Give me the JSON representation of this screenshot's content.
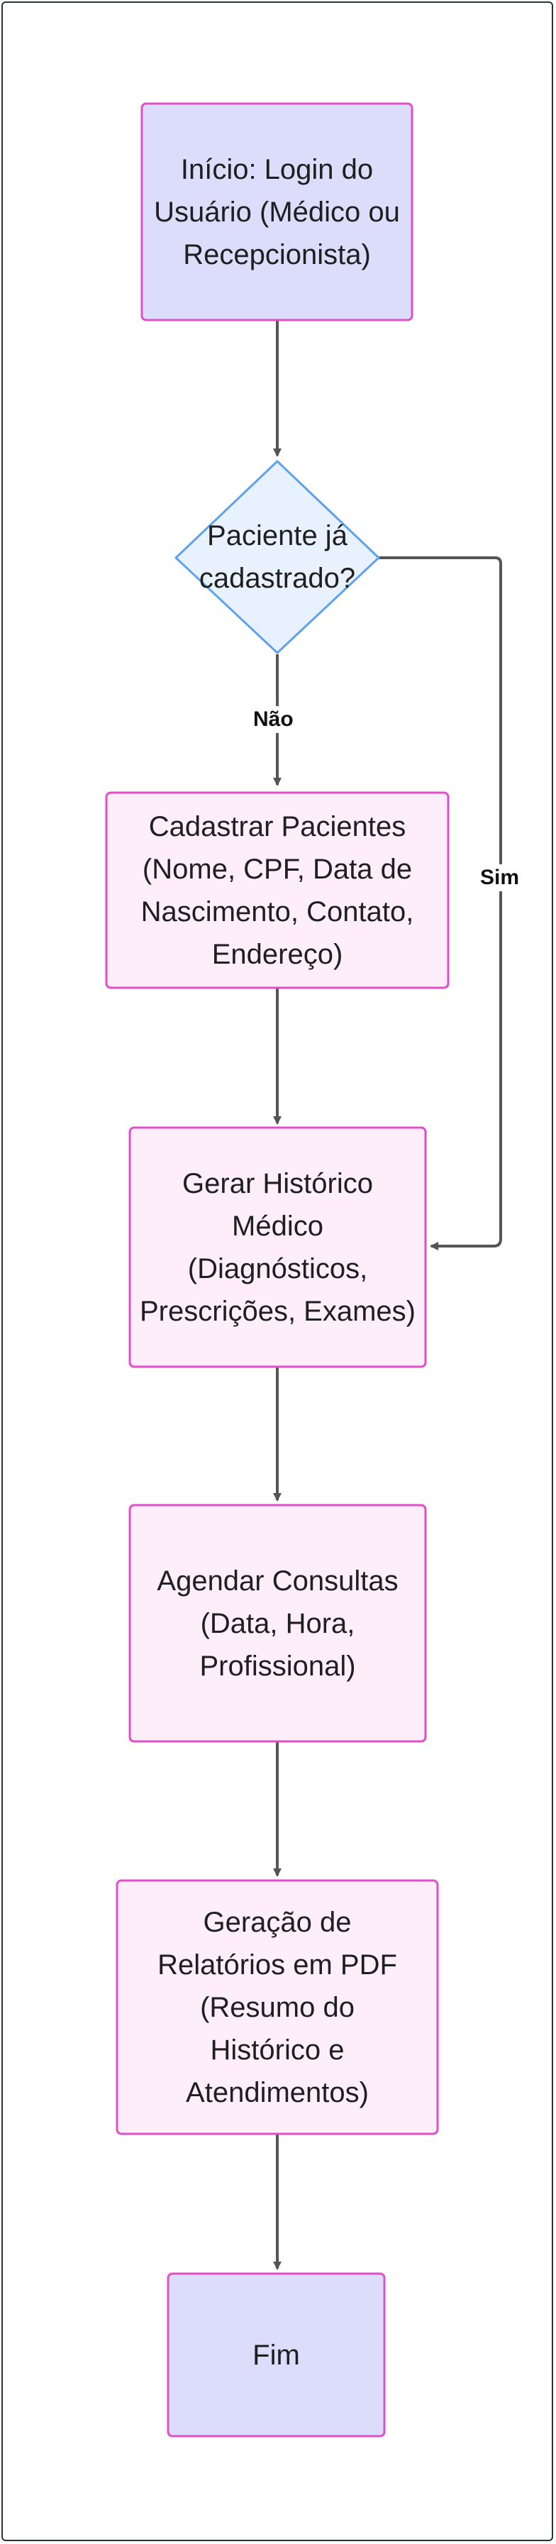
{
  "colors": {
    "terminal_fill": "#dcdcfb",
    "process_fill": "#fdeefa",
    "decision_fill": "#e8f2fe",
    "node_border": "#e04fc8",
    "decision_border": "#5ea2ef",
    "edge": "#555555",
    "frame": "#2b323b"
  },
  "nodes": {
    "start": "Início: Login do Usuário (Médico ou Recepcionista)",
    "decision": "Paciente já cadastrado?",
    "register": "Cadastrar Pacientes (Nome, CPF, Data de Nascimento, Contato, Endereço)",
    "history": "Gerar Histórico Médico (Diagnósticos, Prescrições, Exames)",
    "schedule": "Agendar Consultas (Data, Hora, Profissional)",
    "reports": "Geração de Relatórios em PDF (Resumo do Histórico e Atendimentos)",
    "end": "Fim"
  },
  "edges": {
    "no_label": "Não",
    "yes_label": "Sim"
  }
}
